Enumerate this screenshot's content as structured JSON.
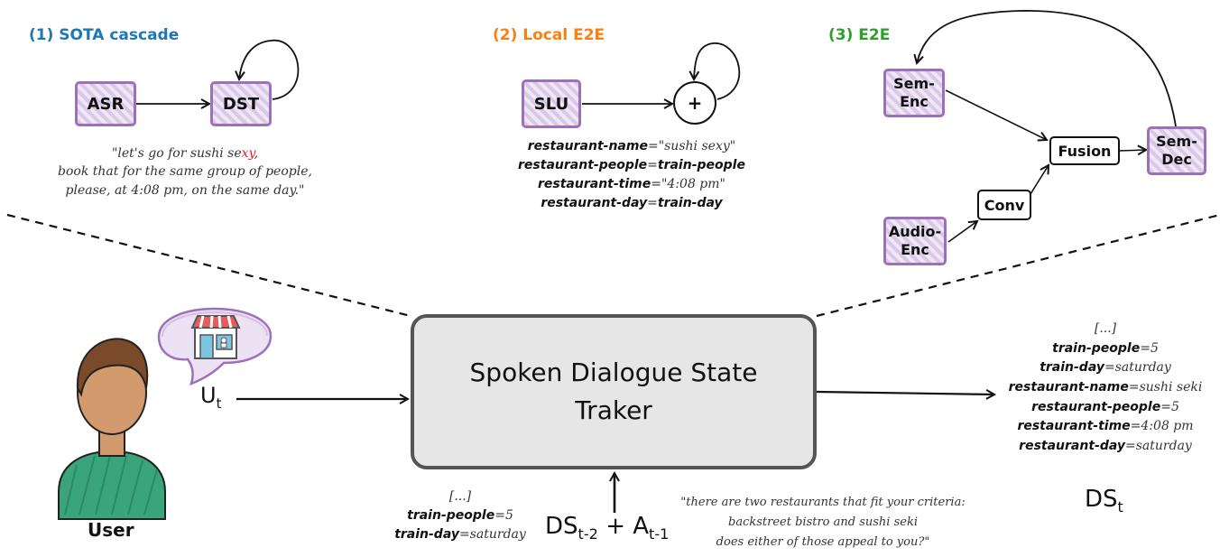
{
  "panels": {
    "cascade_title": "(1) SOTA cascade",
    "local_title": "(2) Local E2E",
    "e2e_title": "(3) E2E"
  },
  "colors": {
    "cascade": "#1f77b4",
    "local": "#ff7f0e",
    "e2e": "#2ca02c",
    "highlight": "#e02020",
    "box_border": "#9b72b8"
  },
  "cascade": {
    "asr": "ASR",
    "dst": "DST",
    "quote_line1_pre": "\"let's go for sushi se",
    "quote_line1_red": "xy",
    "quote_line1_post": ",",
    "quote_line2": "book that for the same group of people,",
    "quote_line3": "please, at 4:08 pm, on the same day.\""
  },
  "local": {
    "slu": "SLU",
    "plus": "+",
    "slots": [
      {
        "key": "restaurant-name",
        "value_pre": "\"sushi se",
        "value_red": "xy",
        "value_post": "\""
      },
      {
        "key": "restaurant-people",
        "value_pre": "train-people",
        "value_red": "",
        "value_post": ""
      },
      {
        "key": "restaurant-time",
        "value_pre": "\"4:08 pm\"",
        "value_red": "",
        "value_post": ""
      },
      {
        "key": "restaurant-day",
        "value_pre": "train-day",
        "value_red": "",
        "value_post": ""
      }
    ]
  },
  "e2e": {
    "sem_enc": [
      "Sem-",
      "Enc"
    ],
    "audio_enc": [
      "Audio-",
      "Enc"
    ],
    "conv": "Conv",
    "fusion": "Fusion",
    "sem_dec": [
      "Sem-",
      "Dec"
    ]
  },
  "main": {
    "box_line1": "Spoken Dialogue State",
    "box_line2": "Traker",
    "user_label": "User",
    "ut_main": "U",
    "ut_sub": "t"
  },
  "bottom": {
    "ellipsis": "[...]",
    "slots": [
      {
        "key": "train-people",
        "value": "5"
      },
      {
        "key": "train-day",
        "value": "saturday"
      }
    ],
    "ds_prev": "DS",
    "ds_prev_sub": "t-2",
    "plus": "+",
    "a_prev": "A",
    "a_prev_sub": "t-1",
    "quote_line1": "\"there are two restaurants that fit your criteria:",
    "quote_line2": "backstreet bistro and sushi seki",
    "quote_line3": "does either of those appeal to you?\""
  },
  "output": {
    "ellipsis": "[...]",
    "slots": [
      {
        "key": "train-people",
        "value": "5"
      },
      {
        "key": "train-day",
        "value": "saturday"
      },
      {
        "key": "restaurant-name",
        "value": "sushi seki"
      },
      {
        "key": "restaurant-people",
        "value": "5"
      },
      {
        "key": "restaurant-time",
        "value": "4:08 pm"
      },
      {
        "key": "restaurant-day",
        "value": "saturday"
      }
    ],
    "ds": "DS",
    "ds_sub": "t"
  }
}
